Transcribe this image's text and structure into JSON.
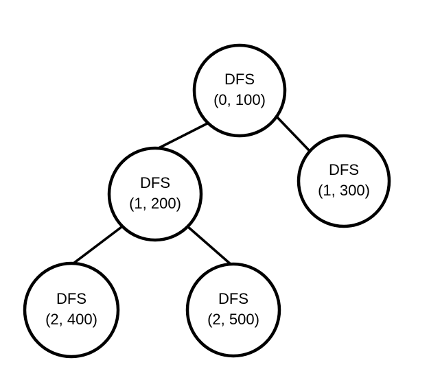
{
  "colors": {
    "background": "#ffffff",
    "node_fill": "#ffffff",
    "stroke": "#000000",
    "text": "#000000"
  },
  "diagram": {
    "type": "binary-tree",
    "nodes": [
      {
        "id": "n0",
        "label": "DFS",
        "value": "(0, 100)",
        "depth": 0
      },
      {
        "id": "n1",
        "label": "DFS",
        "value": "(1, 200)",
        "depth": 1
      },
      {
        "id": "n2",
        "label": "DFS",
        "value": "(1, 300)",
        "depth": 1
      },
      {
        "id": "n3",
        "label": "DFS",
        "value": "(2, 400)",
        "depth": 2
      },
      {
        "id": "n4",
        "label": "DFS",
        "value": "(2, 500)",
        "depth": 2
      }
    ],
    "edges": [
      {
        "from": "n0",
        "to": "n1"
      },
      {
        "from": "n0",
        "to": "n2"
      },
      {
        "from": "n1",
        "to": "n3"
      },
      {
        "from": "n1",
        "to": "n4"
      }
    ]
  }
}
